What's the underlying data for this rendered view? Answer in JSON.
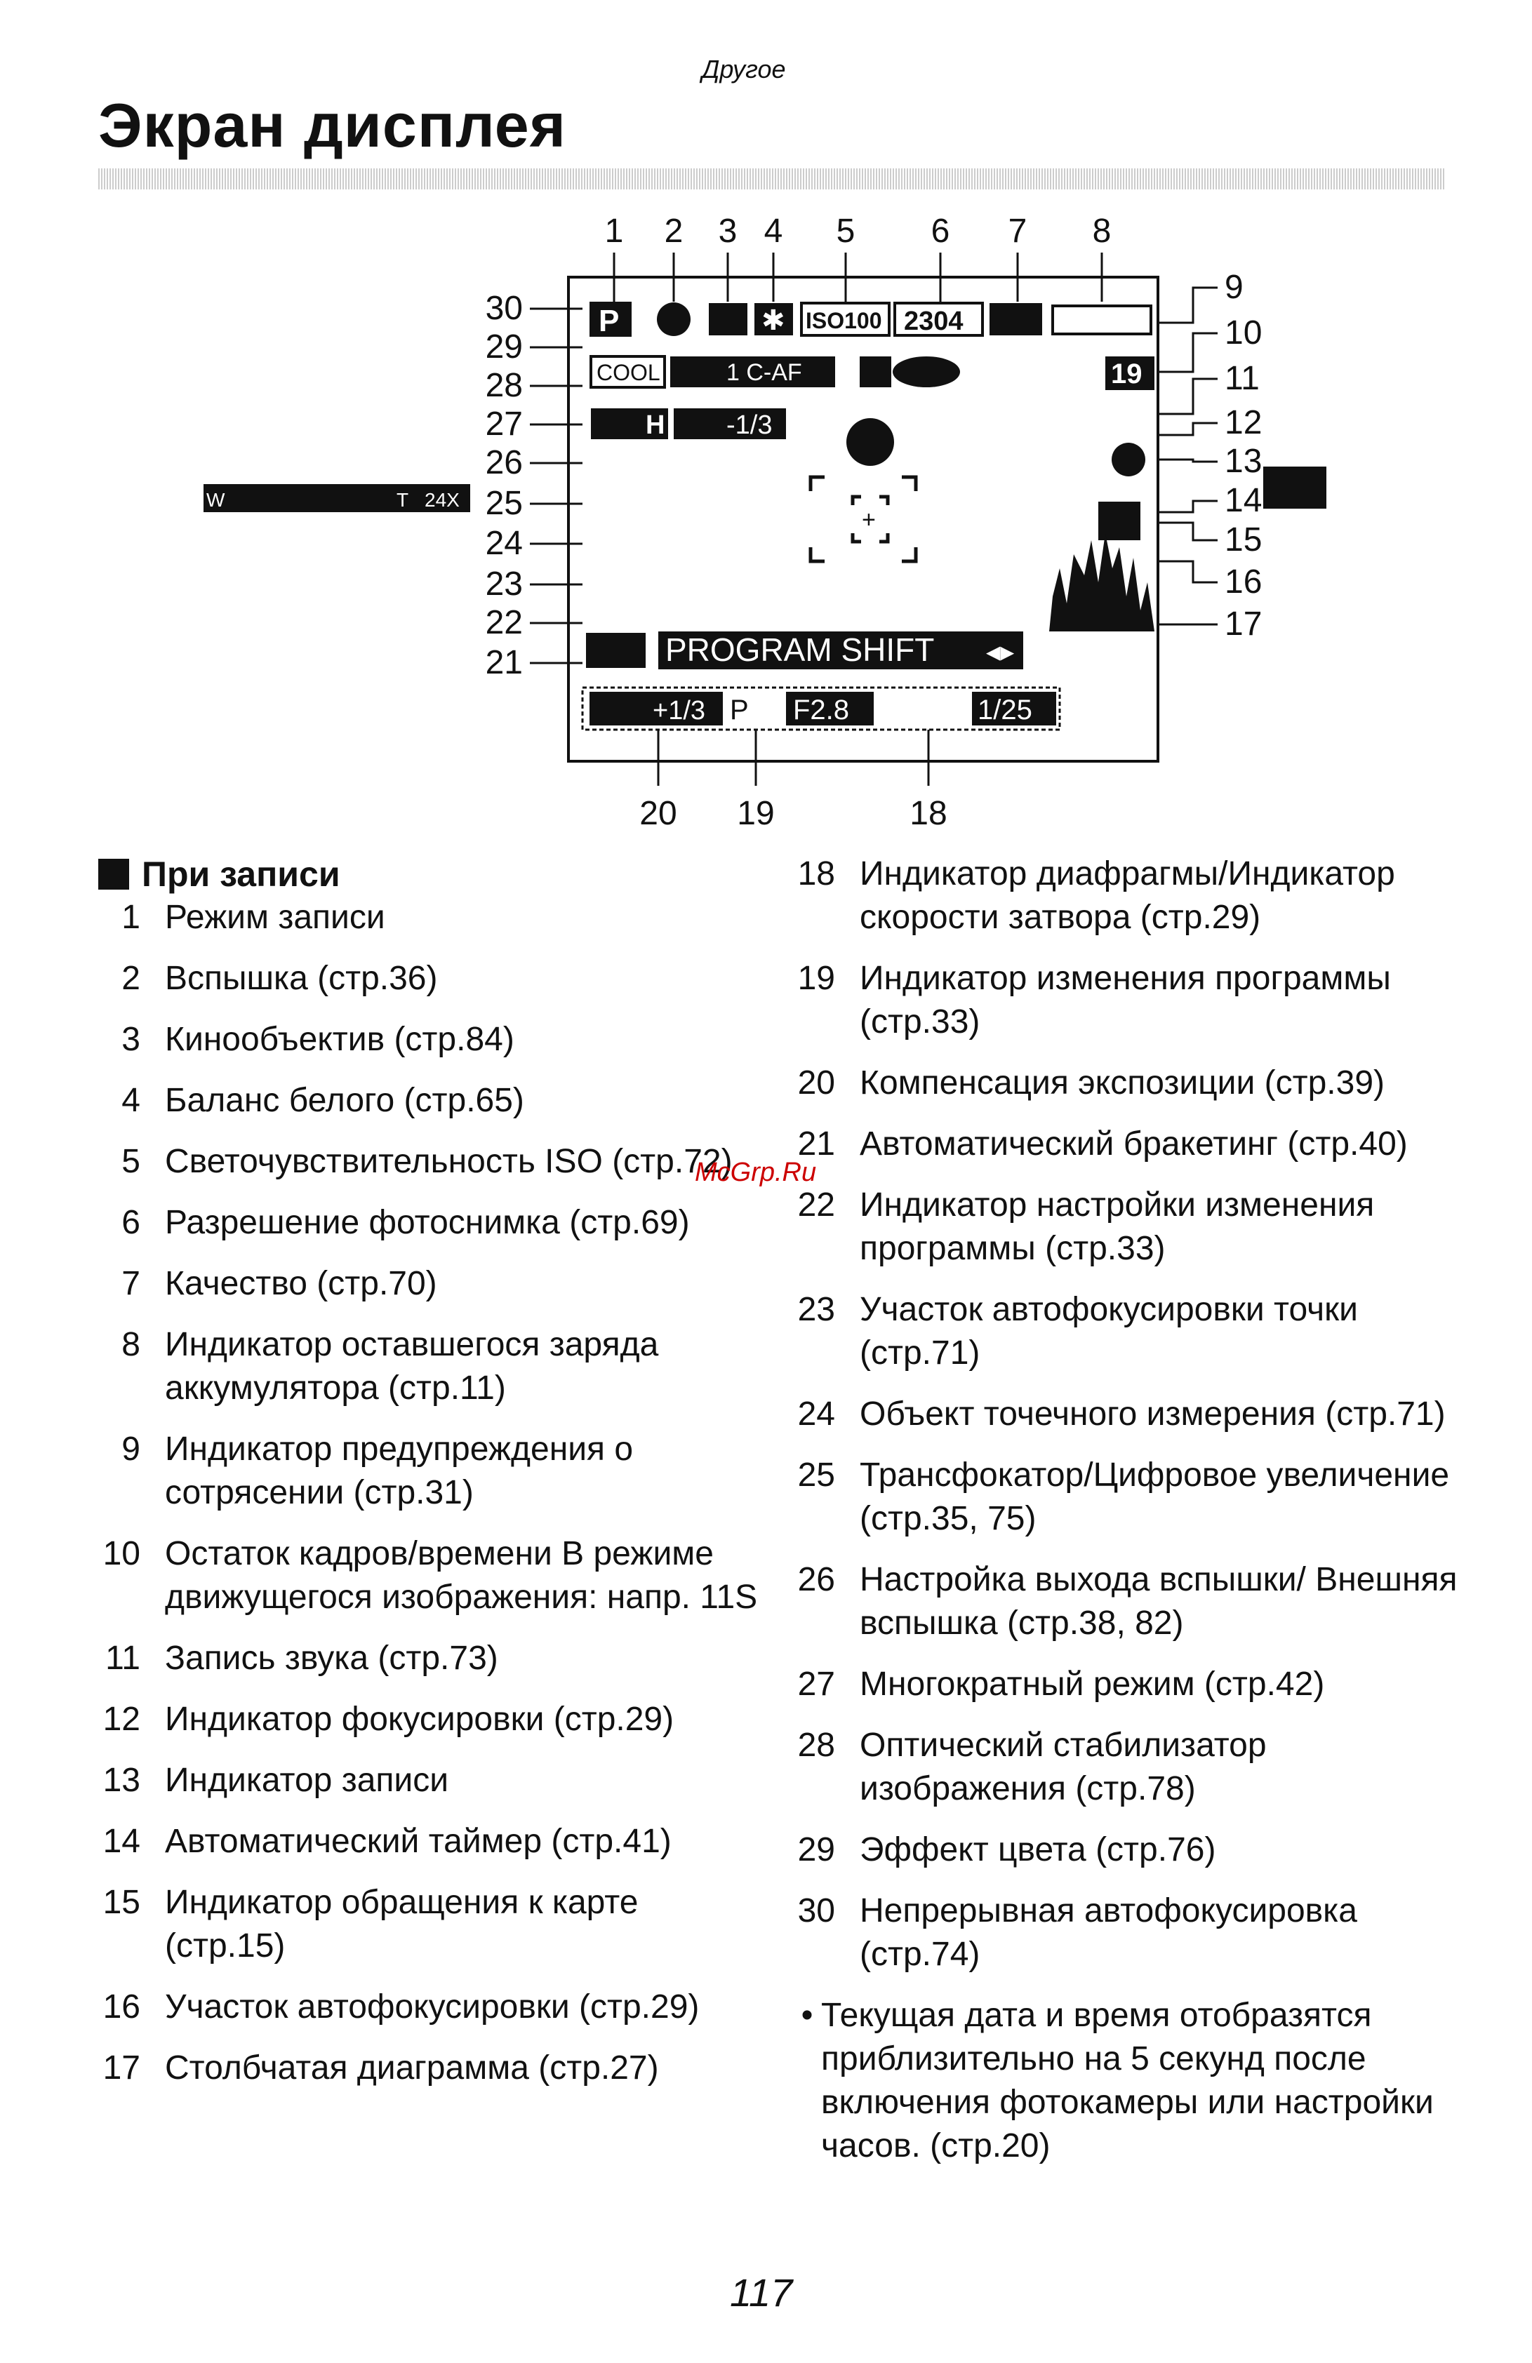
{
  "header": {
    "section": "Другое",
    "title": "Экран дисплея"
  },
  "diagram": {
    "top_numbers": [
      "1",
      "2",
      "3",
      "4",
      "5",
      "6",
      "7",
      "8"
    ],
    "right_numbers": [
      "9",
      "10",
      "11",
      "12",
      "13",
      "14",
      "15",
      "16",
      "17"
    ],
    "left_numbers": [
      "30",
      "29",
      "28",
      "27",
      "26",
      "25",
      "24",
      "23",
      "22",
      "21"
    ],
    "bottom_numbers": [
      "20",
      "19",
      "18"
    ],
    "screen": {
      "mode": "P",
      "iso": "ISO100",
      "resolution": "2304",
      "color_effect": "COOL",
      "stabilizer_af": "1 C-AF",
      "frames": "19",
      "multi_mode": "H",
      "flash_output": "-1/3",
      "zoom_w": "W",
      "zoom_t": "T",
      "zoom_value": "24X",
      "program_shift": "PROGRAM SHIFT",
      "exposure_comp": "+1/3",
      "program_change": "P",
      "aperture": "F2.8",
      "shutter": "1/25"
    }
  },
  "recording": {
    "heading": "При записи",
    "left_items": [
      {
        "num": "1",
        "text": "Режим записи"
      },
      {
        "num": "2",
        "text": "Вспышка (стр.36)"
      },
      {
        "num": "3",
        "text": "Кинообъектив (стр.84)"
      },
      {
        "num": "4",
        "text": "Баланс белого (стр.65)"
      },
      {
        "num": "5",
        "text": "Светочувствительность ISO (стр.72)"
      },
      {
        "num": "6",
        "text": "Разрешение фотоснимка (стр.69)"
      },
      {
        "num": "7",
        "text": "Качество (стр.70)"
      },
      {
        "num": "8",
        "text": "Индикатор оставшегося заряда аккумулятора (стр.11)"
      },
      {
        "num": "9",
        "text": "Индикатор предупреждения о сотрясении (стр.31)"
      },
      {
        "num": "10",
        "text": "Остаток кадров/времени В режиме движущегося изображения:  напр. 11S"
      },
      {
        "num": "11",
        "text": "Запись звука (стр.73)"
      },
      {
        "num": "12",
        "text": "Индикатор фокусировки (стр.29)"
      },
      {
        "num": "13",
        "text": "Индикатор записи"
      },
      {
        "num": "14",
        "text": "Автоматический таймер (стр.41)"
      },
      {
        "num": "15",
        "text": "Индикатор обращения к карте (стр.15)"
      },
      {
        "num": "16",
        "text": "Участок автофокусировки (стр.29)"
      },
      {
        "num": "17",
        "text": "Столбчатая диаграмма (стр.27)"
      }
    ],
    "right_items": [
      {
        "num": "18",
        "text": "Индикатор диафрагмы/Индикатор скорости затвора (стр.29)"
      },
      {
        "num": "19",
        "text": "Индикатор изменения программы (стр.33)"
      },
      {
        "num": "20",
        "text": "Компенсация экспозиции (стр.39)"
      },
      {
        "num": "21",
        "text": "Автоматический бракетинг (стр.40)"
      },
      {
        "num": "22",
        "text": "Индикатор настройки изменения программы (стр.33)"
      },
      {
        "num": "23",
        "text": "Участок автофокусировки точки (стр.71)"
      },
      {
        "num": "24",
        "text": "Объект точечного измерения (стр.71)"
      },
      {
        "num": "25",
        "text": "Трансфокатор/Цифровое увеличение (стр.35, 75)"
      },
      {
        "num": "26",
        "text": "Настройка выхода вспышки/ Внешняя вспышка (стр.38, 82)"
      },
      {
        "num": "27",
        "text": "Многократный режим (стр.42)"
      },
      {
        "num": "28",
        "text": "Оптический стабилизатор изображения (стр.78)"
      },
      {
        "num": "29",
        "text": "Эффект цвета (стр.76)"
      },
      {
        "num": "30",
        "text": "Непрерывная автофокусировка (стр.74)"
      }
    ],
    "note": "Текущая дата и время отобразятся приблизительно на 5 секунд после включения фотокамеры или настройки часов. (стр.20)",
    "note_bullet": "•"
  },
  "watermark": "McGrp.Ru",
  "page_number": "117"
}
